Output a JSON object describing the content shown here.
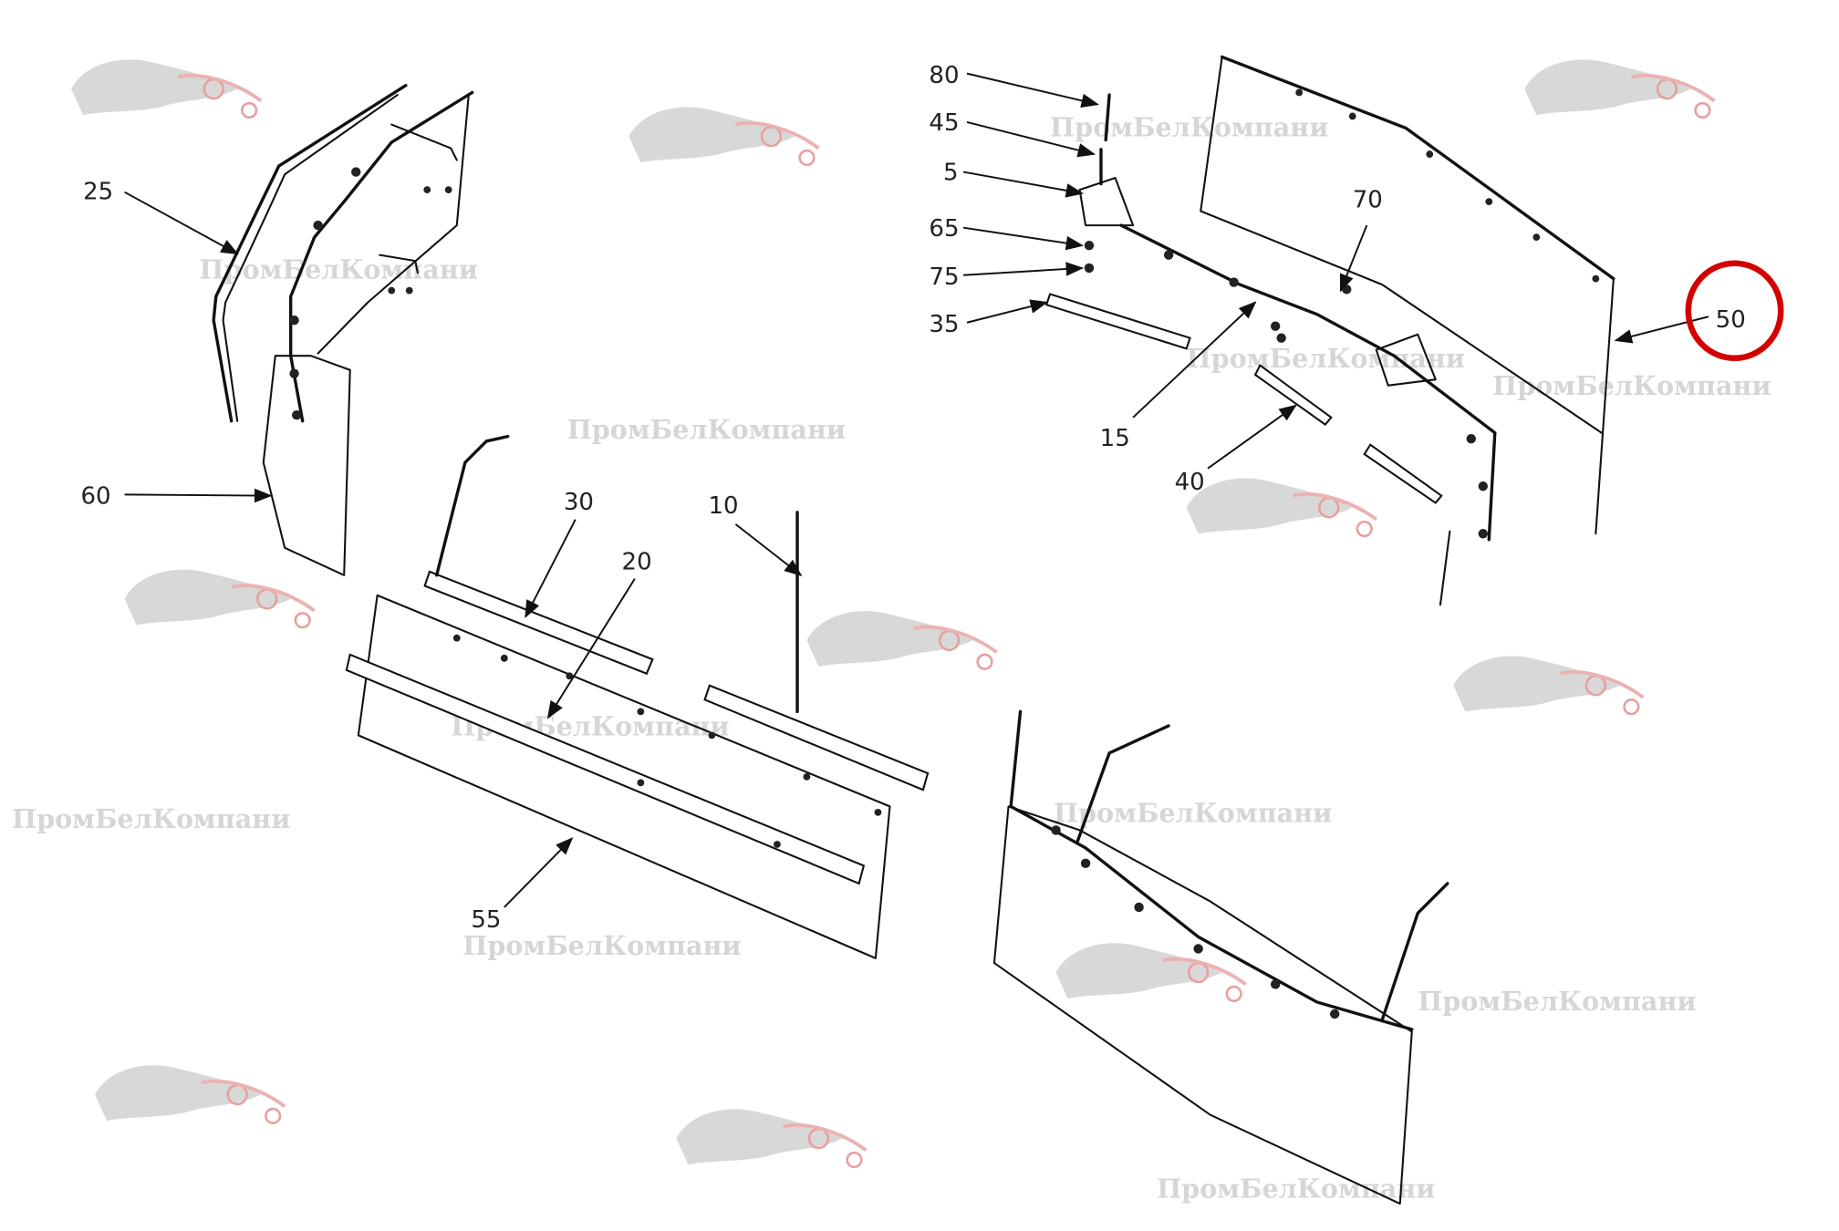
{
  "diagram": {
    "title": "Exploded parts diagram",
    "callouts": [
      "80",
      "45",
      "5",
      "65",
      "75",
      "35",
      "70",
      "15",
      "40",
      "50",
      "25",
      "60",
      "30",
      "20",
      "10",
      "55"
    ],
    "highlighted_callout": "50",
    "highlight_color": "#d40000",
    "watermark_text": "ПромБелКомпани"
  }
}
